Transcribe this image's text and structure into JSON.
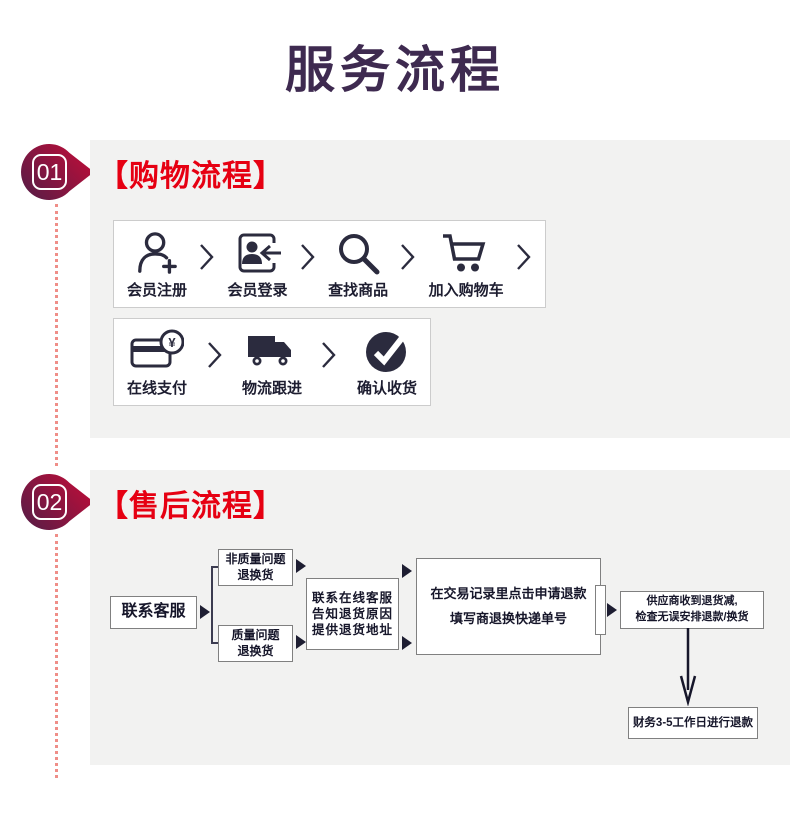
{
  "title": "服务流程",
  "colors": {
    "accent_red": "#e60012",
    "title_purple": "#3e2a50",
    "panel_bg": "#f2f2f1",
    "icon_dark": "#2b2b3e",
    "badge_gradient_start": "#5a1c46",
    "badge_gradient_end": "#c10d38",
    "dotted_line": "#ef8e88"
  },
  "section1": {
    "number": "01",
    "heading": "【购物流程】",
    "row1": {
      "steps": [
        {
          "icon": "user-plus-icon",
          "label": "会员注册"
        },
        {
          "icon": "login-icon",
          "label": "会员登录"
        },
        {
          "icon": "search-icon",
          "label": "查找商品"
        },
        {
          "icon": "cart-icon",
          "label": "加入购物车"
        }
      ]
    },
    "row2": {
      "steps": [
        {
          "icon": "payment-icon",
          "label": "在线支付",
          "symbol": "¥"
        },
        {
          "icon": "truck-icon",
          "label": "物流跟进"
        },
        {
          "icon": "check-circle-icon",
          "label": "确认收货"
        }
      ]
    }
  },
  "section2": {
    "number": "02",
    "heading": "【售后流程】",
    "flow": {
      "contact_service": "联系客服",
      "non_quality_l1": "非质量问题",
      "non_quality_l2": "退换货",
      "quality_l1": "质量问题",
      "quality_l2": "退换货",
      "online_l1": "联系在线客服",
      "online_l2": "告知退货原因",
      "online_l3": "提供退货地址",
      "apply_l1": "在交易记录里点击申请退款",
      "apply_l2": "填写商退换快递单号",
      "supplier_l1": "供应商收到退货减,",
      "supplier_l2": "检查无误安排退款/换货",
      "finance": "财务3-5工作日进行退款"
    }
  }
}
